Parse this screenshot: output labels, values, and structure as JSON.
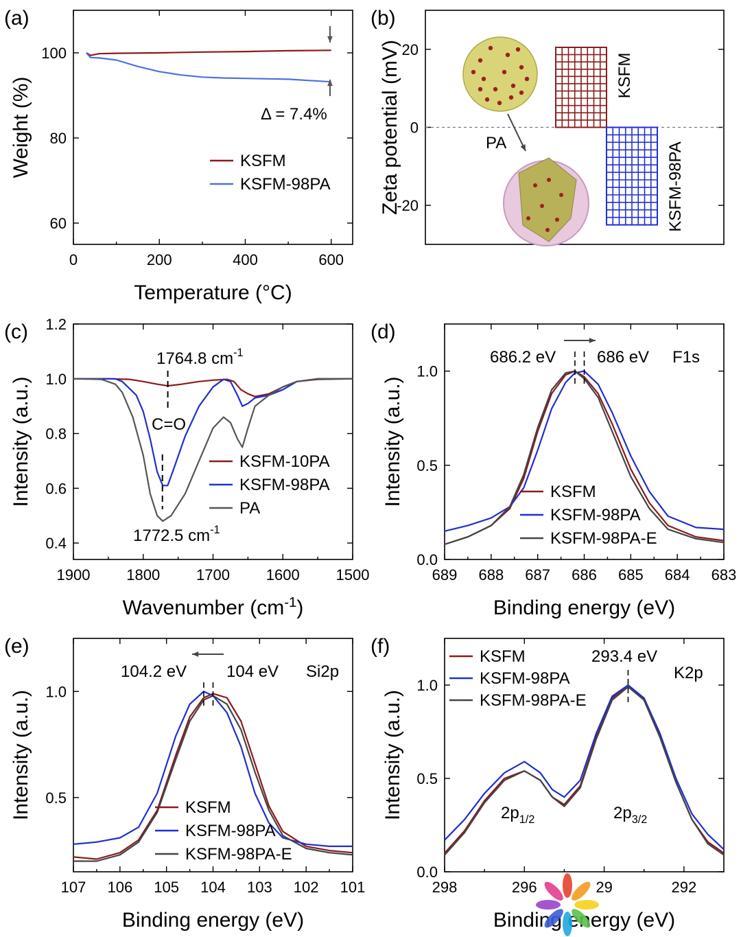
{
  "chart_data": [
    {
      "panel": "(a)",
      "type": "line",
      "xlabel": "Temperature (°C)",
      "ylabel": "Weight (%)",
      "xlim": [
        0,
        650
      ],
      "ylim": [
        55,
        110
      ],
      "xticks": [
        0,
        200,
        400,
        600
      ],
      "yticks": [
        60,
        80,
        100
      ],
      "legend_position": "center-right",
      "annotations": [
        {
          "text": "Δ = 7.4%",
          "x": 460,
          "y": 86
        }
      ],
      "series": [
        {
          "name": "KSFM",
          "color": "#8b1a1a",
          "x": [
            30,
            40,
            60,
            100,
            200,
            300,
            400,
            500,
            600
          ],
          "y": [
            100,
            99.4,
            99.8,
            99.9,
            100.0,
            100.2,
            100.3,
            100.5,
            100.6
          ]
        },
        {
          "name": "KSFM-98PA",
          "color": "#4a72e0",
          "x": [
            30,
            40,
            60,
            100,
            150,
            200,
            250,
            300,
            350,
            400,
            450,
            500,
            550,
            600
          ],
          "y": [
            100,
            98.9,
            98.8,
            98.3,
            96.8,
            95.6,
            94.8,
            94.3,
            94.1,
            94.0,
            93.9,
            93.8,
            93.5,
            93.2
          ]
        }
      ]
    },
    {
      "panel": "(b)",
      "type": "bar",
      "ylabel": "Zeta potential (mV)",
      "ylim": [
        -30,
        30
      ],
      "yticks": [
        -20,
        0,
        20
      ],
      "categories": [
        "KSFM",
        "KSFM-98PA"
      ],
      "values": [
        20.5,
        -25
      ],
      "colors": [
        "#8b1a1a",
        "#1f2fcf"
      ],
      "annotations": [
        {
          "text": "PA"
        }
      ]
    },
    {
      "panel": "(c)",
      "type": "line",
      "xlabel_main": "Wavenumber (cm",
      "xlabel_sup": "-1",
      "xlabel_end": ")",
      "ylabel": "Intensity (a.u.)",
      "xlim": [
        1900,
        1500
      ],
      "ylim": [
        0.34,
        1.2
      ],
      "xticks": [
        1900,
        1800,
        1700,
        1600,
        1500
      ],
      "yticks": [
        0.4,
        0.6,
        0.8,
        1.0,
        1.2
      ],
      "legend_position": "lower-right",
      "annotations": [
        {
          "text": "1764.8 cm",
          "sup": "-1"
        },
        {
          "text": "C=O"
        },
        {
          "text": "1772.5 cm",
          "sup": "-1"
        }
      ],
      "series": [
        {
          "name": "KSFM-10PA",
          "color": "#8b1a1a",
          "x": [
            1900,
            1850,
            1820,
            1800,
            1780,
            1765,
            1745,
            1720,
            1700,
            1680,
            1670,
            1660,
            1650,
            1640,
            1620,
            1600,
            1580,
            1550,
            1500
          ],
          "y": [
            1.0,
            1.0,
            0.998,
            0.99,
            0.98,
            0.974,
            0.98,
            0.99,
            0.995,
            0.998,
            0.99,
            0.96,
            0.945,
            0.935,
            0.945,
            0.97,
            0.99,
            0.998,
            1.0
          ]
        },
        {
          "name": "KSFM-98PA",
          "color": "#1f2fcf",
          "x": [
            1900,
            1860,
            1840,
            1830,
            1810,
            1800,
            1790,
            1780,
            1772,
            1765,
            1755,
            1740,
            1720,
            1700,
            1685,
            1675,
            1665,
            1658,
            1650,
            1640,
            1620,
            1600,
            1580,
            1550,
            1500
          ],
          "y": [
            1.0,
            1.0,
            1.0,
            0.99,
            0.94,
            0.88,
            0.78,
            0.66,
            0.61,
            0.61,
            0.68,
            0.79,
            0.9,
            0.97,
            0.998,
            0.99,
            0.94,
            0.9,
            0.91,
            0.93,
            0.94,
            0.96,
            0.99,
            1.0,
            1.0
          ]
        },
        {
          "name": "PA",
          "color": "#555555",
          "x": [
            1900,
            1860,
            1840,
            1830,
            1815,
            1800,
            1790,
            1780,
            1772,
            1760,
            1740,
            1720,
            1700,
            1685,
            1675,
            1665,
            1658,
            1650,
            1640,
            1620,
            1600,
            1580,
            1550,
            1500
          ],
          "y": [
            1.0,
            0.998,
            0.98,
            0.95,
            0.86,
            0.72,
            0.58,
            0.5,
            0.48,
            0.5,
            0.58,
            0.7,
            0.82,
            0.86,
            0.84,
            0.78,
            0.75,
            0.82,
            0.9,
            0.94,
            0.97,
            0.99,
            1.0,
            1.0
          ]
        }
      ]
    },
    {
      "panel": "(d)",
      "type": "line",
      "xlabel": "Binding energy (eV)",
      "ylabel": "Intensity (a.u.)",
      "xlim": [
        689,
        683
      ],
      "ylim": [
        0,
        1.25
      ],
      "xticks": [
        689,
        688,
        687,
        686,
        685,
        684,
        683
      ],
      "yticks": [
        0.0,
        0.5,
        1.0
      ],
      "legend_position": "lower-center",
      "annotations": [
        {
          "text": "686.2 eV"
        },
        {
          "text": "686 eV"
        },
        {
          "text": "F1s"
        }
      ],
      "series": [
        {
          "name": "KSFM",
          "color": "#8b1a1a",
          "x": [
            689,
            688.5,
            688,
            687.6,
            687.3,
            687,
            686.7,
            686.4,
            686.2,
            686,
            685.7,
            685.4,
            685,
            684.6,
            684.2,
            683.6,
            683
          ],
          "y": [
            0.08,
            0.12,
            0.18,
            0.27,
            0.43,
            0.68,
            0.88,
            0.98,
            1.0,
            0.97,
            0.88,
            0.72,
            0.48,
            0.3,
            0.18,
            0.12,
            0.1
          ]
        },
        {
          "name": "KSFM-98PA",
          "color": "#1f2fcf",
          "x": [
            689,
            688.5,
            688,
            687.6,
            687.3,
            687,
            686.7,
            686.4,
            686.2,
            686,
            685.7,
            685.4,
            685,
            684.6,
            684.2,
            683.6,
            683
          ],
          "y": [
            0.15,
            0.18,
            0.22,
            0.28,
            0.38,
            0.58,
            0.8,
            0.94,
            0.99,
            1.0,
            0.93,
            0.78,
            0.55,
            0.36,
            0.23,
            0.17,
            0.16
          ]
        },
        {
          "name": "KSFM-98PA-E",
          "color": "#444444",
          "x": [
            689,
            688.5,
            688,
            687.6,
            687.3,
            687,
            686.7,
            686.4,
            686.2,
            686,
            685.7,
            685.4,
            685,
            684.6,
            684.2,
            683.6,
            683
          ],
          "y": [
            0.08,
            0.12,
            0.18,
            0.28,
            0.45,
            0.7,
            0.9,
            0.99,
            1.0,
            0.96,
            0.86,
            0.68,
            0.44,
            0.27,
            0.16,
            0.11,
            0.09
          ]
        }
      ]
    },
    {
      "panel": "(e)",
      "type": "line",
      "xlabel": "Binding energy (eV)",
      "ylabel": "Intensity (a.u.)",
      "xlim": [
        107,
        101
      ],
      "ylim": [
        0.15,
        1.25
      ],
      "xticks": [
        107,
        106,
        105,
        104,
        103,
        102,
        101
      ],
      "yticks": [
        0.5,
        1.0
      ],
      "legend_position": "lower-center",
      "annotations": [
        {
          "text": "104.2 eV"
        },
        {
          "text": "104 eV"
        },
        {
          "text": "Si2p"
        }
      ],
      "series": [
        {
          "name": "KSFM",
          "color": "#8b1a1a",
          "x": [
            107,
            106.5,
            106,
            105.6,
            105.2,
            104.8,
            104.5,
            104.2,
            104,
            103.7,
            103.4,
            103.1,
            102.8,
            102.5,
            102,
            101.5,
            101
          ],
          "y": [
            0.22,
            0.21,
            0.24,
            0.3,
            0.44,
            0.7,
            0.88,
            0.97,
            0.99,
            0.97,
            0.86,
            0.66,
            0.46,
            0.34,
            0.27,
            0.25,
            0.24
          ]
        },
        {
          "name": "KSFM-98PA",
          "color": "#1f2fcf",
          "x": [
            107,
            106.5,
            106,
            105.6,
            105.2,
            104.8,
            104.5,
            104.2,
            104,
            103.7,
            103.4,
            103.1,
            102.8,
            102.5,
            102,
            101.5,
            101
          ],
          "y": [
            0.28,
            0.29,
            0.31,
            0.36,
            0.52,
            0.79,
            0.94,
            1.0,
            0.98,
            0.9,
            0.74,
            0.52,
            0.38,
            0.31,
            0.28,
            0.27,
            0.27
          ]
        },
        {
          "name": "KSFM-98PA-E",
          "color": "#444444",
          "x": [
            107,
            106.5,
            106,
            105.6,
            105.2,
            104.8,
            104.5,
            104.2,
            104,
            103.7,
            103.4,
            103.1,
            102.8,
            102.5,
            102,
            101.5,
            101
          ],
          "y": [
            0.2,
            0.2,
            0.23,
            0.29,
            0.43,
            0.68,
            0.86,
            0.96,
            0.98,
            0.94,
            0.82,
            0.62,
            0.44,
            0.32,
            0.26,
            0.24,
            0.23
          ]
        }
      ]
    },
    {
      "panel": "(f)",
      "type": "line",
      "xlabel": "Binding energy (eV)",
      "ylabel": "Intensity (a.u.)",
      "xlim": [
        298,
        291
      ],
      "ylim": [
        0,
        1.25
      ],
      "xticks": [
        298,
        296,
        294,
        292
      ],
      "xtick_labels": [
        "298",
        "296",
        "29",
        "292"
      ],
      "yticks": [
        0.0,
        0.5,
        1.0
      ],
      "legend_position": "top-left",
      "annotations": [
        {
          "text": "293.4 eV"
        },
        {
          "text": "K2p"
        },
        {
          "text": "2p",
          "sub": "1/2"
        },
        {
          "text": "2p",
          "sub": "3/2"
        }
      ],
      "series": [
        {
          "name": "KSFM",
          "color": "#8b1a1a",
          "x": [
            298,
            297.5,
            297,
            296.5,
            296,
            295.6,
            295.3,
            295,
            294.6,
            294.2,
            293.8,
            293.4,
            293,
            292.6,
            292.2,
            291.8,
            291.4,
            291
          ],
          "y": [
            0.1,
            0.22,
            0.38,
            0.5,
            0.54,
            0.49,
            0.4,
            0.36,
            0.46,
            0.72,
            0.93,
            1.0,
            0.92,
            0.72,
            0.48,
            0.28,
            0.16,
            0.1
          ]
        },
        {
          "name": "KSFM-98PA",
          "color": "#1f2fcf",
          "x": [
            298,
            297.5,
            297,
            296.5,
            296,
            295.6,
            295.3,
            295,
            294.6,
            294.2,
            293.8,
            293.4,
            293,
            292.6,
            292.2,
            291.8,
            291.4,
            291
          ],
          "y": [
            0.17,
            0.28,
            0.42,
            0.53,
            0.59,
            0.53,
            0.44,
            0.4,
            0.49,
            0.74,
            0.94,
            1.0,
            0.93,
            0.74,
            0.5,
            0.31,
            0.2,
            0.12
          ]
        },
        {
          "name": "KSFM-98PA-E",
          "color": "#444444",
          "x": [
            298,
            297.5,
            297,
            296.5,
            296,
            295.6,
            295.3,
            295,
            294.6,
            294.2,
            293.8,
            293.4,
            293,
            292.6,
            292.2,
            291.8,
            291.4,
            291
          ],
          "y": [
            0.09,
            0.21,
            0.37,
            0.49,
            0.54,
            0.49,
            0.4,
            0.35,
            0.45,
            0.71,
            0.92,
            0.99,
            0.92,
            0.72,
            0.48,
            0.28,
            0.15,
            0.09
          ]
        }
      ]
    }
  ]
}
